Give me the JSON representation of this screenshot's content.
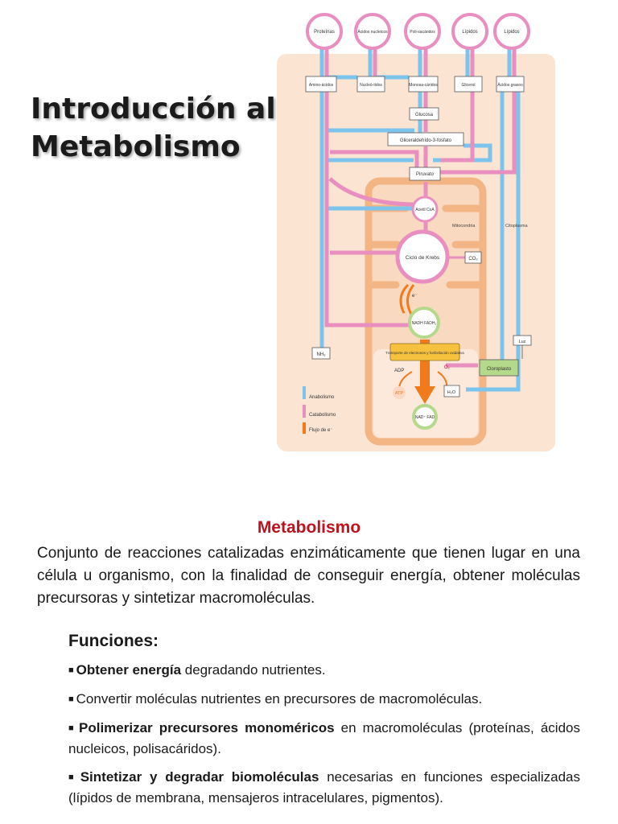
{
  "slide": {
    "title_line1": "Introducción al",
    "title_line2": "Metabolismo"
  },
  "diagram": {
    "top_nodes": [
      "Proteínas",
      "Ácidos nucleicos",
      "Poli-sacáridos",
      "Lípidos",
      "Lípidos"
    ],
    "monomers": [
      "Amino-ácidos",
      "Nucleó-tidos",
      "Monosa-cáridos",
      "Glicerol",
      "Ácidos grasos"
    ],
    "glucosa": "Glucosa",
    "g3p": "Gliceraldehído-3-fosfato",
    "piruvato": "Piruvato",
    "acetil_coa": "Acetil CoA",
    "mitocondria": "Mitocondria",
    "citoplasma": "Citoplasma",
    "krebs": "Ciclo de Krebs",
    "co2": "CO₂",
    "electron": "e⁻",
    "nadh": "NADH FADH₂",
    "nh3": "NH₃",
    "transport": "Transporte de electrones y fosforilación oxidativa",
    "luz": "Luz",
    "adp": "ADP",
    "o2": "O₂",
    "cloroplasto": "Cloroplasto",
    "atp": "ATP",
    "h2o": "H₂O",
    "nad": "NAD⁺ FAD",
    "legend": [
      "Anabolismo",
      "Catabolismo",
      "Flujo de e⁻"
    ]
  },
  "text": {
    "heading": "Metabolismo",
    "intro": "Conjunto de reacciones catalizadas enzimáticamente que tienen lugar en una célula u organismo, con la finalidad de conseguir energía, obtener moléculas precursoras y sintetizar macromoléculas.",
    "functions_heading": "Funciones:",
    "bullet_symbol": "■",
    "functions": [
      {
        "bold": "Obtener energía",
        "rest": " degradando nutrientes."
      },
      {
        "bold": "",
        "rest": "Convertir moléculas nutrientes en precursores de macromoléculas."
      },
      {
        "bold": "Polimerizar precursores monoméricos",
        "rest": " en macromoléculas (proteínas, ácidos nucleicos, polisacáridos)."
      },
      {
        "bold": "Sintetizar y degradar biomoléculas",
        "rest": " necesarias en funciones especializadas (lípidos de membrana, mensajeros intracelulares, pigmentos)."
      }
    ]
  },
  "colors": {
    "anabolism": "#7cc4ec",
    "catabolism": "#e88fc0",
    "electron_flow": "#f07a1c",
    "cell_background": "#fbe4d2",
    "mitochondrion_membrane": "#f3b584",
    "chloroplast": "#b5d98b",
    "transport_box": "#f6c23e",
    "heading_red": "#c0121e"
  }
}
